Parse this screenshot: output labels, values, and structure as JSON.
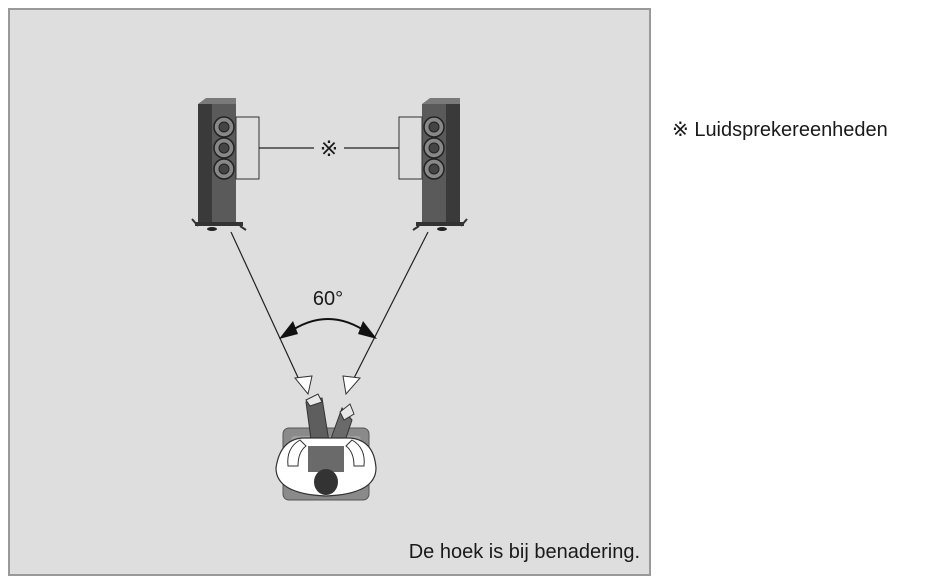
{
  "colors": {
    "panel_fill": "#dedede",
    "panel_border": "#999999",
    "speaker_dark": "#3a3a3a",
    "speaker_mid": "#5a5a5a",
    "speaker_light": "#9a9a9a",
    "line": "#222222"
  },
  "labels": {
    "angle": "60°",
    "marker_symbol": "※",
    "legend_text": "※ Luidsprekereenheden",
    "note": "De hoek is bij benadering."
  },
  "icons": [
    "left-speaker-icon",
    "right-speaker-icon",
    "listener-icon",
    "angle-arc-icon"
  ]
}
